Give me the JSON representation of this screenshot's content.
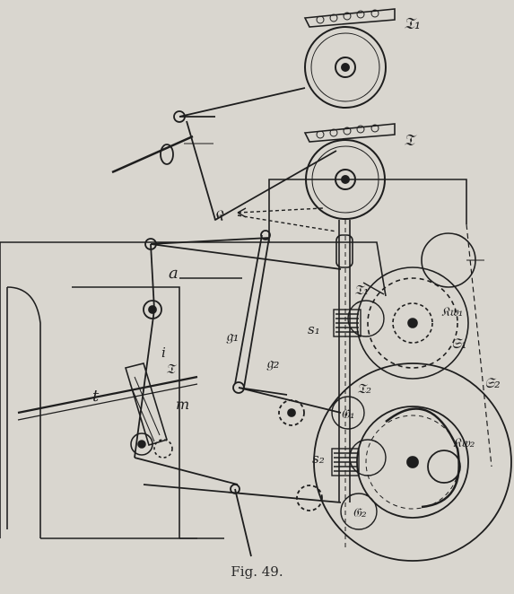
{
  "figure": {
    "caption": "Fig. 49."
  },
  "labels": {
    "T1": "𝔗₁",
    "T": "𝔗",
    "K": "𝔎",
    "a": "a",
    "T1_small": "𝔗₁",
    "Kw1": "𝔎𝔴₁",
    "s1": "s₁",
    "g1": "𝔤₁",
    "S1": "𝔖₁",
    "S2": "𝔖₂",
    "i": "i",
    "Tb": "𝔗",
    "m": "m",
    "t": "t",
    "g2": "𝔤₂",
    "T2": "𝔗₂",
    "G1": "𝔊₁",
    "Kw2": "𝔎𝔴₂",
    "s2": "s₂",
    "G2": "𝔊₂"
  },
  "colors": {
    "paper": "#d9d6cf",
    "ink": "#1e1e1e"
  }
}
